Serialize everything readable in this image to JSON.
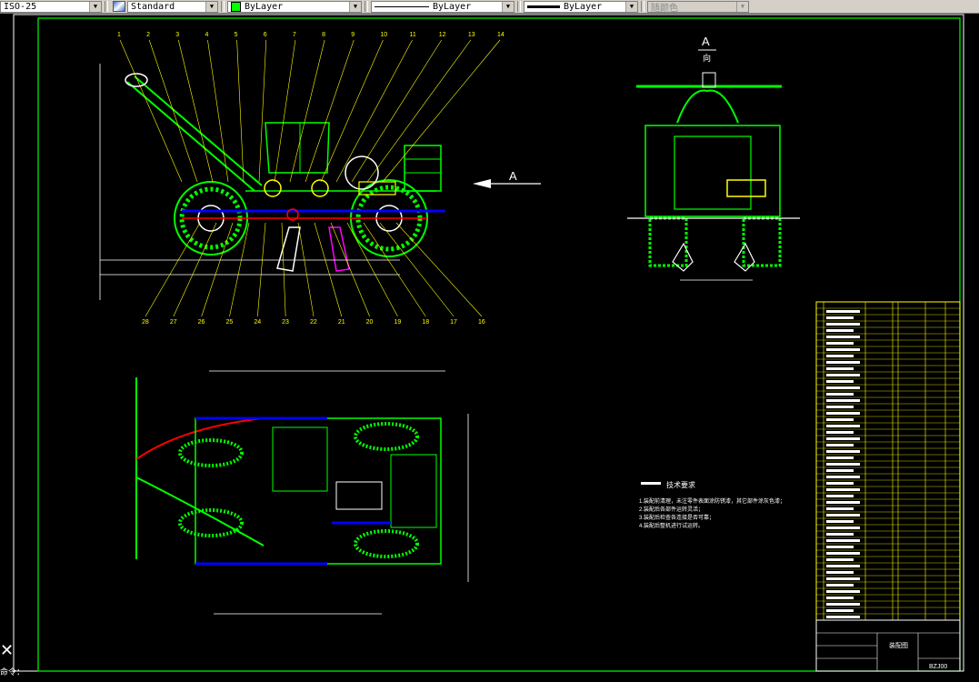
{
  "toolbar": {
    "dimstyle": "ISO-25",
    "textstyle": "Standard",
    "layer": "ByLayer",
    "linetype": "ByLayer",
    "lineweight": "ByLayer",
    "plotstyle": "随颜色"
  },
  "colors": {
    "layer_swatch": "#00ff00",
    "background": "#000000",
    "frame": "#00ff00"
  },
  "view_a": {
    "label": "A",
    "caption": "向"
  },
  "side_arrow_label": "A",
  "tech_req": {
    "title": "技术要求",
    "lines": [
      "1.装配前清理，未注零件表面涂防锈漆，其它部件涂灰色漆；",
      "2.装配后各部件运转灵活；",
      "3.装配后检查各连接是否可靠；",
      "4.装配后整机进行试运转。"
    ]
  },
  "title_block": {
    "title": "装配图",
    "drawing_no": "BZJ00"
  },
  "cmd": "命令：",
  "callouts_top": [
    "1",
    "2",
    "3",
    "4",
    "5",
    "6",
    "7",
    "8",
    "9",
    "10",
    "11",
    "12",
    "13",
    "14"
  ],
  "callouts_bottom_side": [
    "28",
    "27",
    "26",
    "25",
    "24",
    "23",
    "22",
    "21",
    "20",
    "19",
    "18",
    "17",
    "16"
  ]
}
